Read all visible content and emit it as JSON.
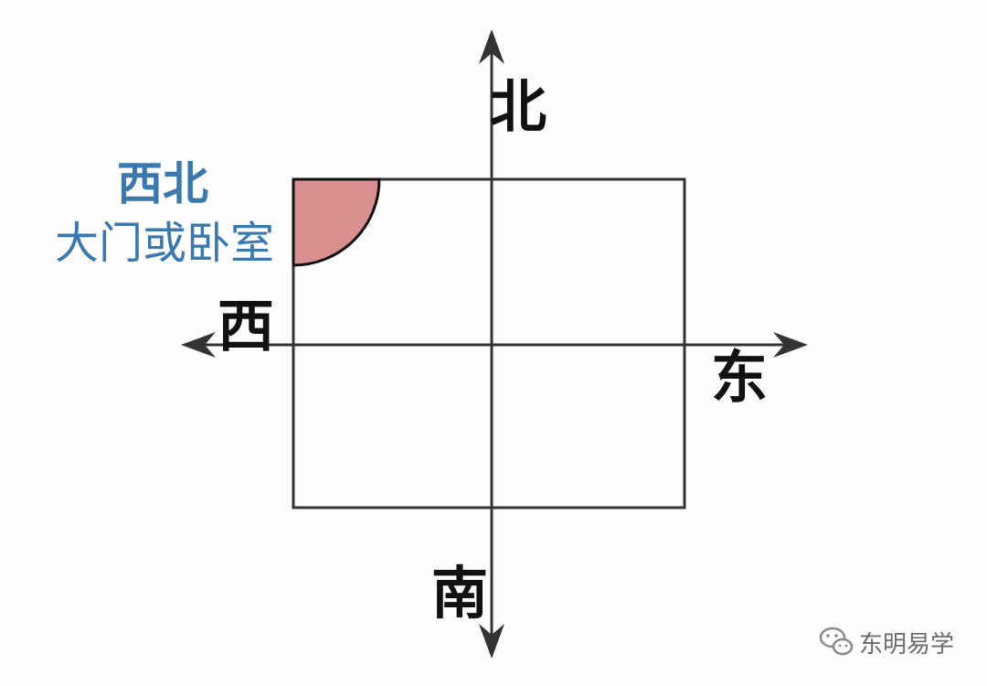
{
  "directions": {
    "north": "北",
    "south": "南",
    "east": "东",
    "west": "西"
  },
  "highlight": {
    "title": "西北",
    "subtitle": "大门或卧室",
    "fill_color": "#d88f8f",
    "text_color": "#3a78ad"
  },
  "watermark": {
    "icon": "wechat-icon",
    "text": "东明易学"
  },
  "colors": {
    "axis": "#333333",
    "box_stroke": "#333333",
    "label": "#111111"
  }
}
